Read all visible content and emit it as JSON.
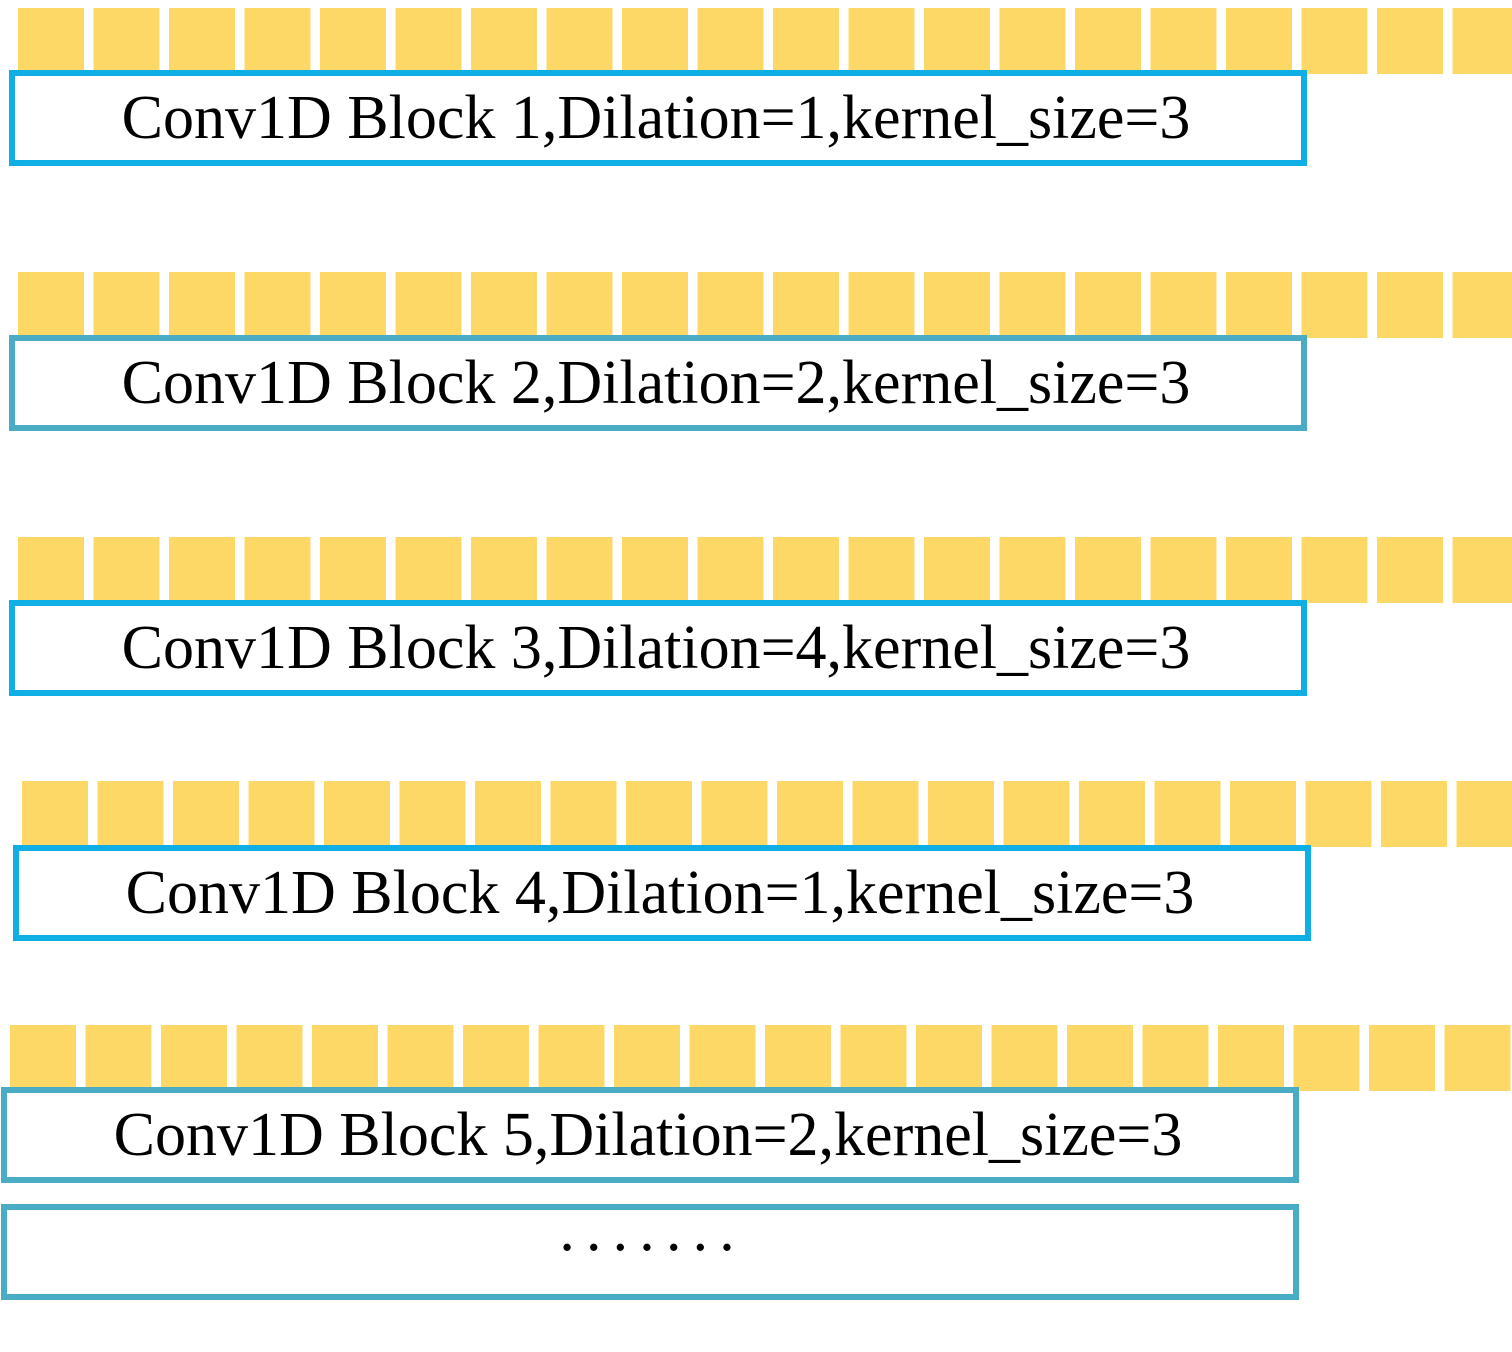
{
  "colors": {
    "cell_fill": "#FDD867",
    "box_border_bright": "#0FAFE6",
    "box_border_muted": "#4AABC5",
    "text": "#000000",
    "background": "#FFFFFF"
  },
  "rows": [
    {
      "label": "Conv1D Block 1,Dilation=1,kernel_size=3",
      "cells": 20,
      "border": "box_border_bright"
    },
    {
      "label": "Conv1D Block 2,Dilation=2,kernel_size=3",
      "cells": 20,
      "border": "box_border_muted"
    },
    {
      "label": "Conv1D Block 3,Dilation=4,kernel_size=3",
      "cells": 20,
      "border": "box_border_bright"
    },
    {
      "label": "Conv1D Block 4,Dilation=1,kernel_size=3",
      "cells": 20,
      "border": "box_border_bright"
    },
    {
      "label": "Conv1D Block 5,Dilation=2,kernel_size=3",
      "cells": 20,
      "border": "box_border_muted"
    }
  ],
  "continuation": {
    "label": "·······",
    "border": "box_border_muted"
  }
}
